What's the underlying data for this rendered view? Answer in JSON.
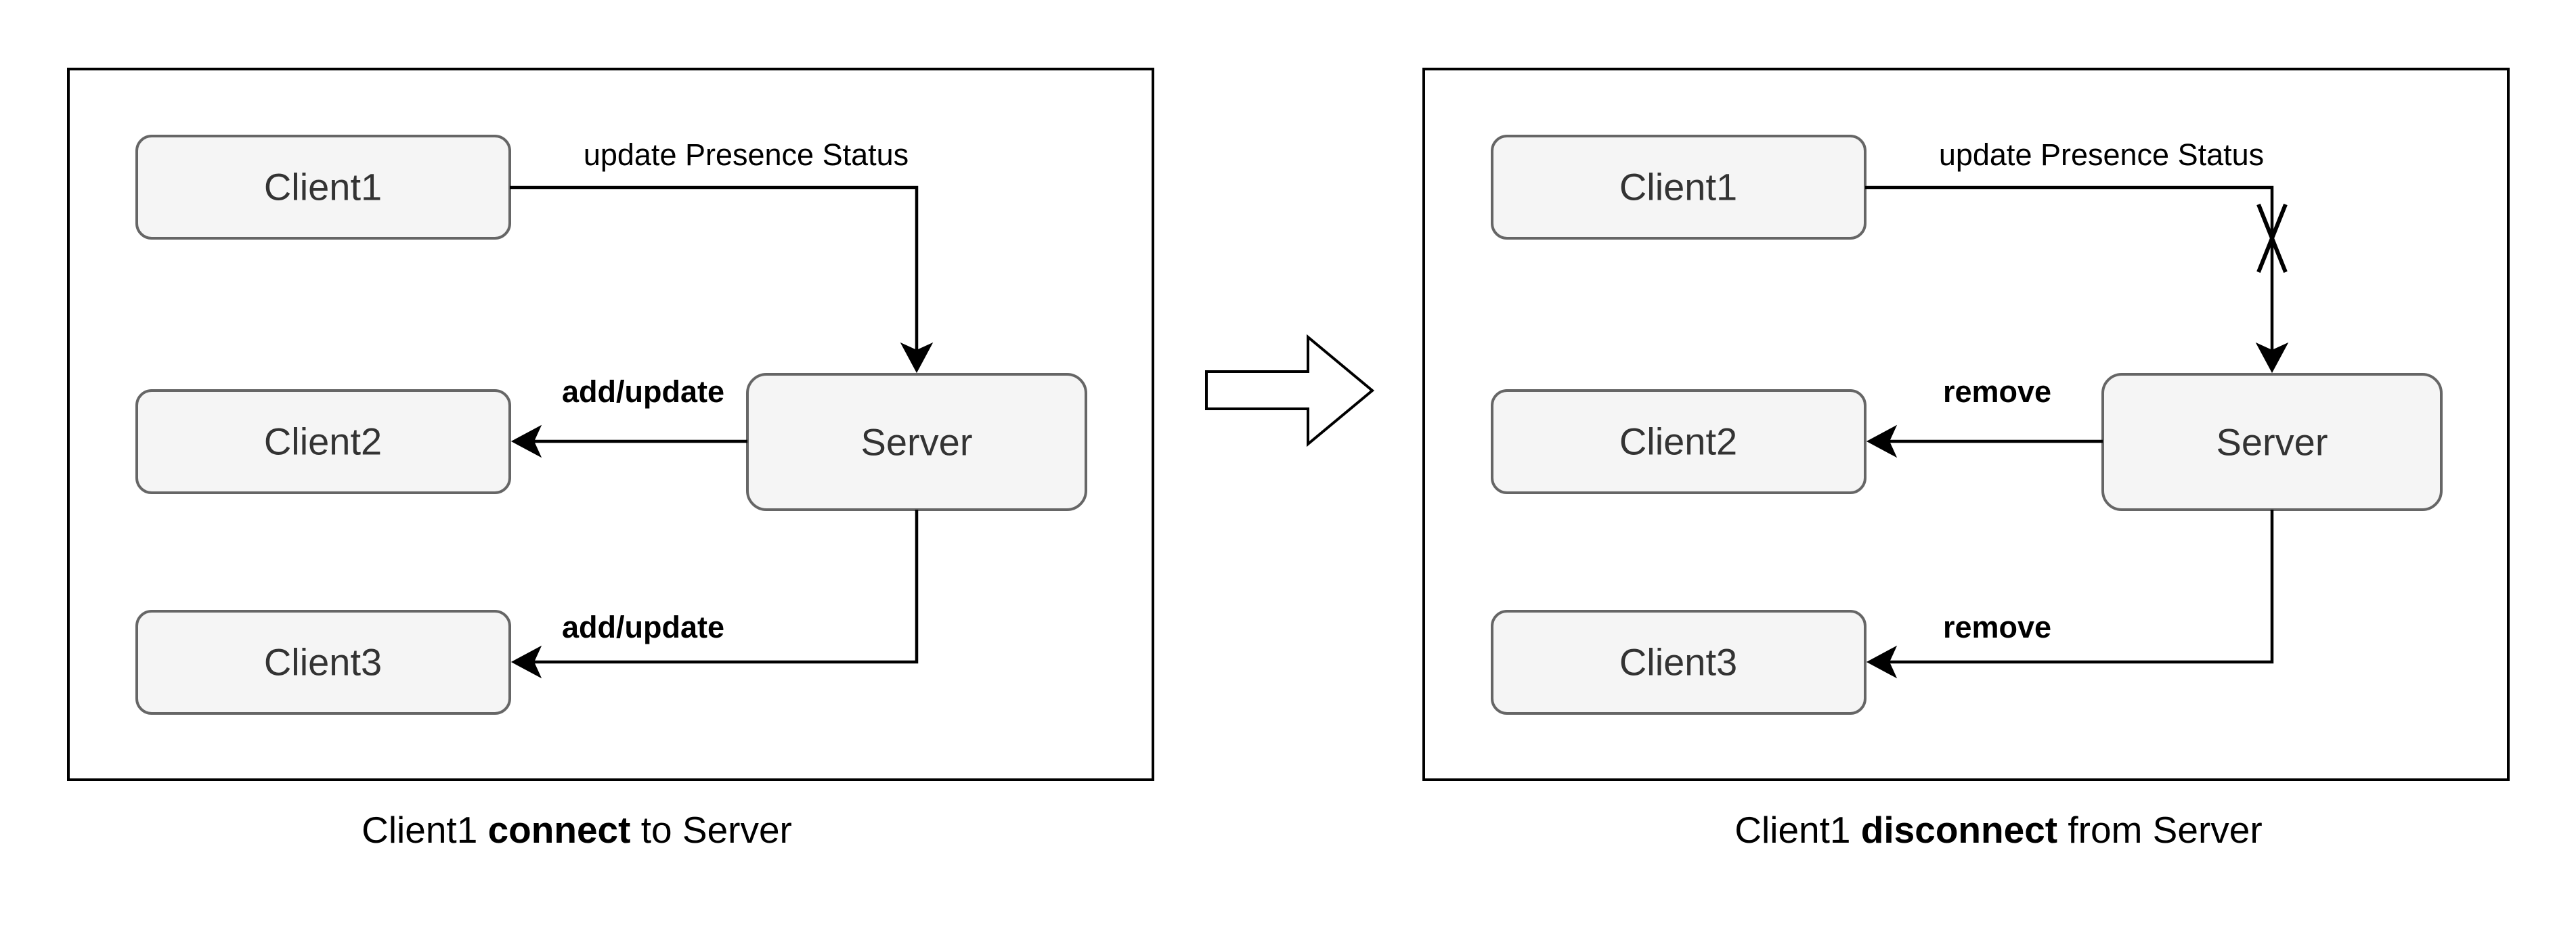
{
  "left_panel": {
    "nodes": {
      "client1": "Client1",
      "client2": "Client2",
      "client3": "Client3",
      "server": "Server"
    },
    "edges": {
      "client1_to_server": "update Presence Status",
      "server_to_client2": "add/update",
      "server_to_client3": "add/update"
    },
    "caption": {
      "before": "Client1 ",
      "bold": "connect",
      "after": " to Server"
    }
  },
  "right_panel": {
    "nodes": {
      "client1": "Client1",
      "client2": "Client2",
      "client3": "Client3",
      "server": "Server"
    },
    "edges": {
      "client1_to_server": "update Presence Status",
      "server_to_client2": "remove",
      "server_to_client3": "remove"
    },
    "caption": {
      "before": "Client1 ",
      "bold": "disconnect",
      "after": " from Server"
    }
  },
  "colors": {
    "node_fill": "#f5f5f5",
    "node_stroke": "#666666",
    "frame_stroke": "#000000",
    "edge_stroke": "#000000"
  },
  "icons": {
    "transition": "right-block-arrow-icon",
    "broken_link": "cross-mark-icon"
  }
}
